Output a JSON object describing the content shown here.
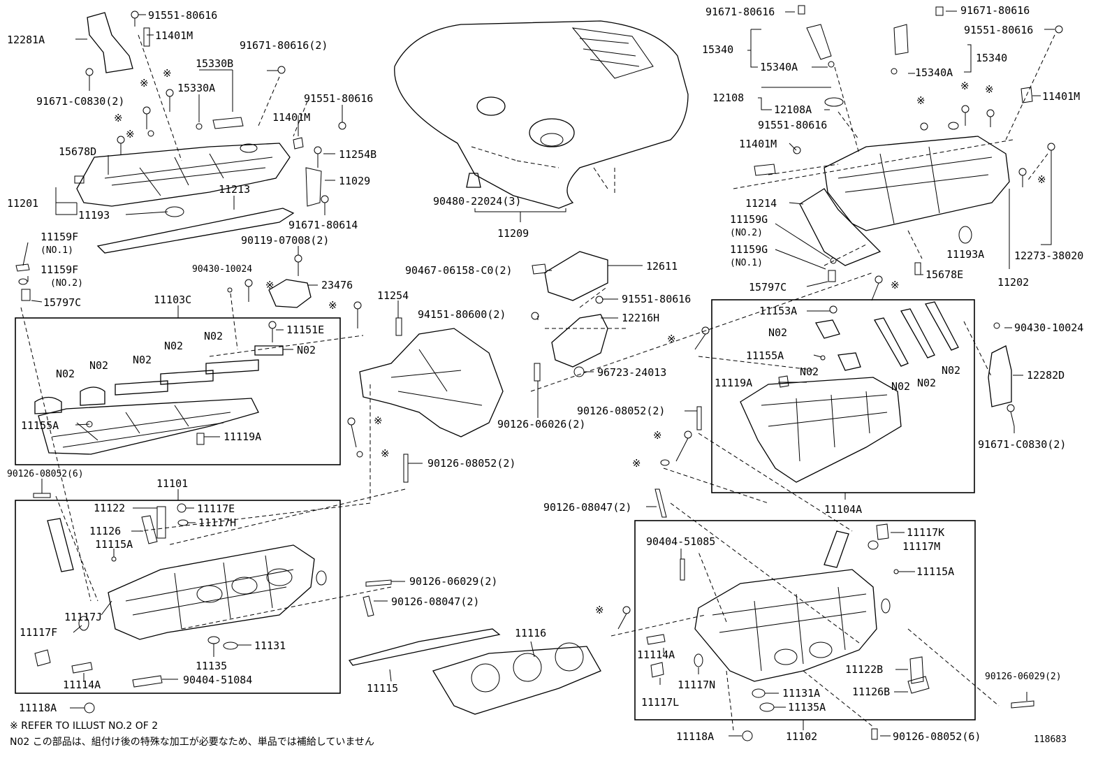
{
  "labels": {
    "l12281A": "12281A",
    "l91551_80616_a": "91551-80616",
    "l11401M_a": "11401M",
    "l91671_80616_2a": "91671-80616(2)",
    "l15330B": "15330B",
    "l15330A": "15330A",
    "l91671_C0830_2a": "91671-C0830(2)",
    "l91551_80616_b": "91551-80616",
    "l11401M_b": "11401M",
    "l11254B": "11254B",
    "l15678D": "15678D",
    "l11029": "11029",
    "l11201": "11201",
    "l11193": "11193",
    "l11213": "11213",
    "l91671_80614": "91671-80614",
    "l11159F_1": "11159F",
    "no1_a": "(NO.1)",
    "l90119_07008": "90119-07008(2)",
    "l11159F_2": "11159F",
    "no2_a": "(NO.2)",
    "l90430_10024_a": "90430-10024",
    "l23476": "23476",
    "l15797C_a": "15797C",
    "l11103C": "11103C",
    "l11254": "11254",
    "l11151E": "11151E",
    "n02_1": "N02",
    "n02_2": "N02",
    "n02_3": "N02",
    "n02_4": "N02",
    "n02_5": "N02",
    "n02_6": "N02",
    "l11155A_a": "11155A",
    "l11119A_a": "11119A",
    "l90126_08052_6a": "90126-08052(6)",
    "l90126_08052_2a": "90126-08052(2)",
    "l11101": "11101",
    "l11122_a": "11122",
    "l11117E": "11117E",
    "l11126_a": "11126",
    "l11117H": "11117H",
    "l11115A_a": "11115A",
    "l90126_06029_2a": "90126-06029(2)",
    "l90126_08047_2a": "90126-08047(2)",
    "l11117J": "11117J",
    "l11117F": "11117F",
    "l11131": "11131",
    "l11135": "11135",
    "l11114A_a": "11114A",
    "l90404_51084": "90404-51084",
    "l11118A_a": "11118A",
    "l11115": "11115",
    "l11116": "11116",
    "l90480_22024": "90480-22024(3)",
    "l11209": "11209",
    "l90467_06158": "90467-06158-C0(2)",
    "l12611": "12611",
    "l91551_80616_c": "91551-80616",
    "l94151_80600": "94151-80600(2)",
    "l12216H": "12216H",
    "l96723_24013": "96723-24013",
    "l90126_06026": "90126-06026(2)",
    "l91671_80616_r1": "91671-80616",
    "l91671_80616_r2": "91671-80616",
    "l91551_80616_r": "91551-80616",
    "l15340_a": "15340",
    "l15340A_a": "15340A",
    "l15340_b": "15340",
    "l15340A_b": "15340A",
    "l12108": "12108",
    "l12108A": "12108A",
    "l11401M_c": "11401M",
    "l91551_80616_d": "91551-80616",
    "l11401M_d": "11401M",
    "l11214": "11214",
    "l11159G_1": "11159G",
    "no2_b": "(NO.2)",
    "l11159G_2": "11159G",
    "no1_b": "(NO.1)",
    "l11193A": "11193A",
    "l12273_38020": "12273-38020",
    "l15797C_b": "15797C",
    "l15678E": "15678E",
    "l11202": "11202",
    "l11153A": "11153A",
    "n02_7": "N02",
    "l11155A_b": "11155A",
    "n02_8": "N02",
    "l11119A_b": "11119A",
    "n02_9": "N02",
    "n02_10": "N02",
    "n02_11": "N02",
    "l90430_10024_b": "90430-10024",
    "l12282D": "12282D",
    "l91671_C0830_2b": "91671-C0830(2)",
    "l90126_08052_2b": "90126-08052(2)",
    "l11104A": "11104A",
    "l90126_08047_2b": "90126-08047(2)",
    "l90404_51085": "90404-51085",
    "l11117K": "11117K",
    "l11117M": "11117M",
    "l11115A_b": "11115A",
    "l11114A_b": "11114A",
    "l11117N": "11117N",
    "l11117L": "11117L",
    "l11122B": "11122B",
    "l11126B": "11126B",
    "l11131A": "11131A",
    "l11135A": "11135A",
    "l90126_06029_2b": "90126-06029(2)",
    "l11118A_b": "11118A",
    "l11102": "11102",
    "l90126_08052_6b": "90126-08052(6)",
    "l118683": "118683"
  },
  "ref_mark": "※",
  "notes": {
    "refer": "※ REFER TO ILLUST NO.2 OF 2",
    "n02": "N02 この部品は、組付け後の特殊な加工が必要なため、単品では補給していません"
  }
}
